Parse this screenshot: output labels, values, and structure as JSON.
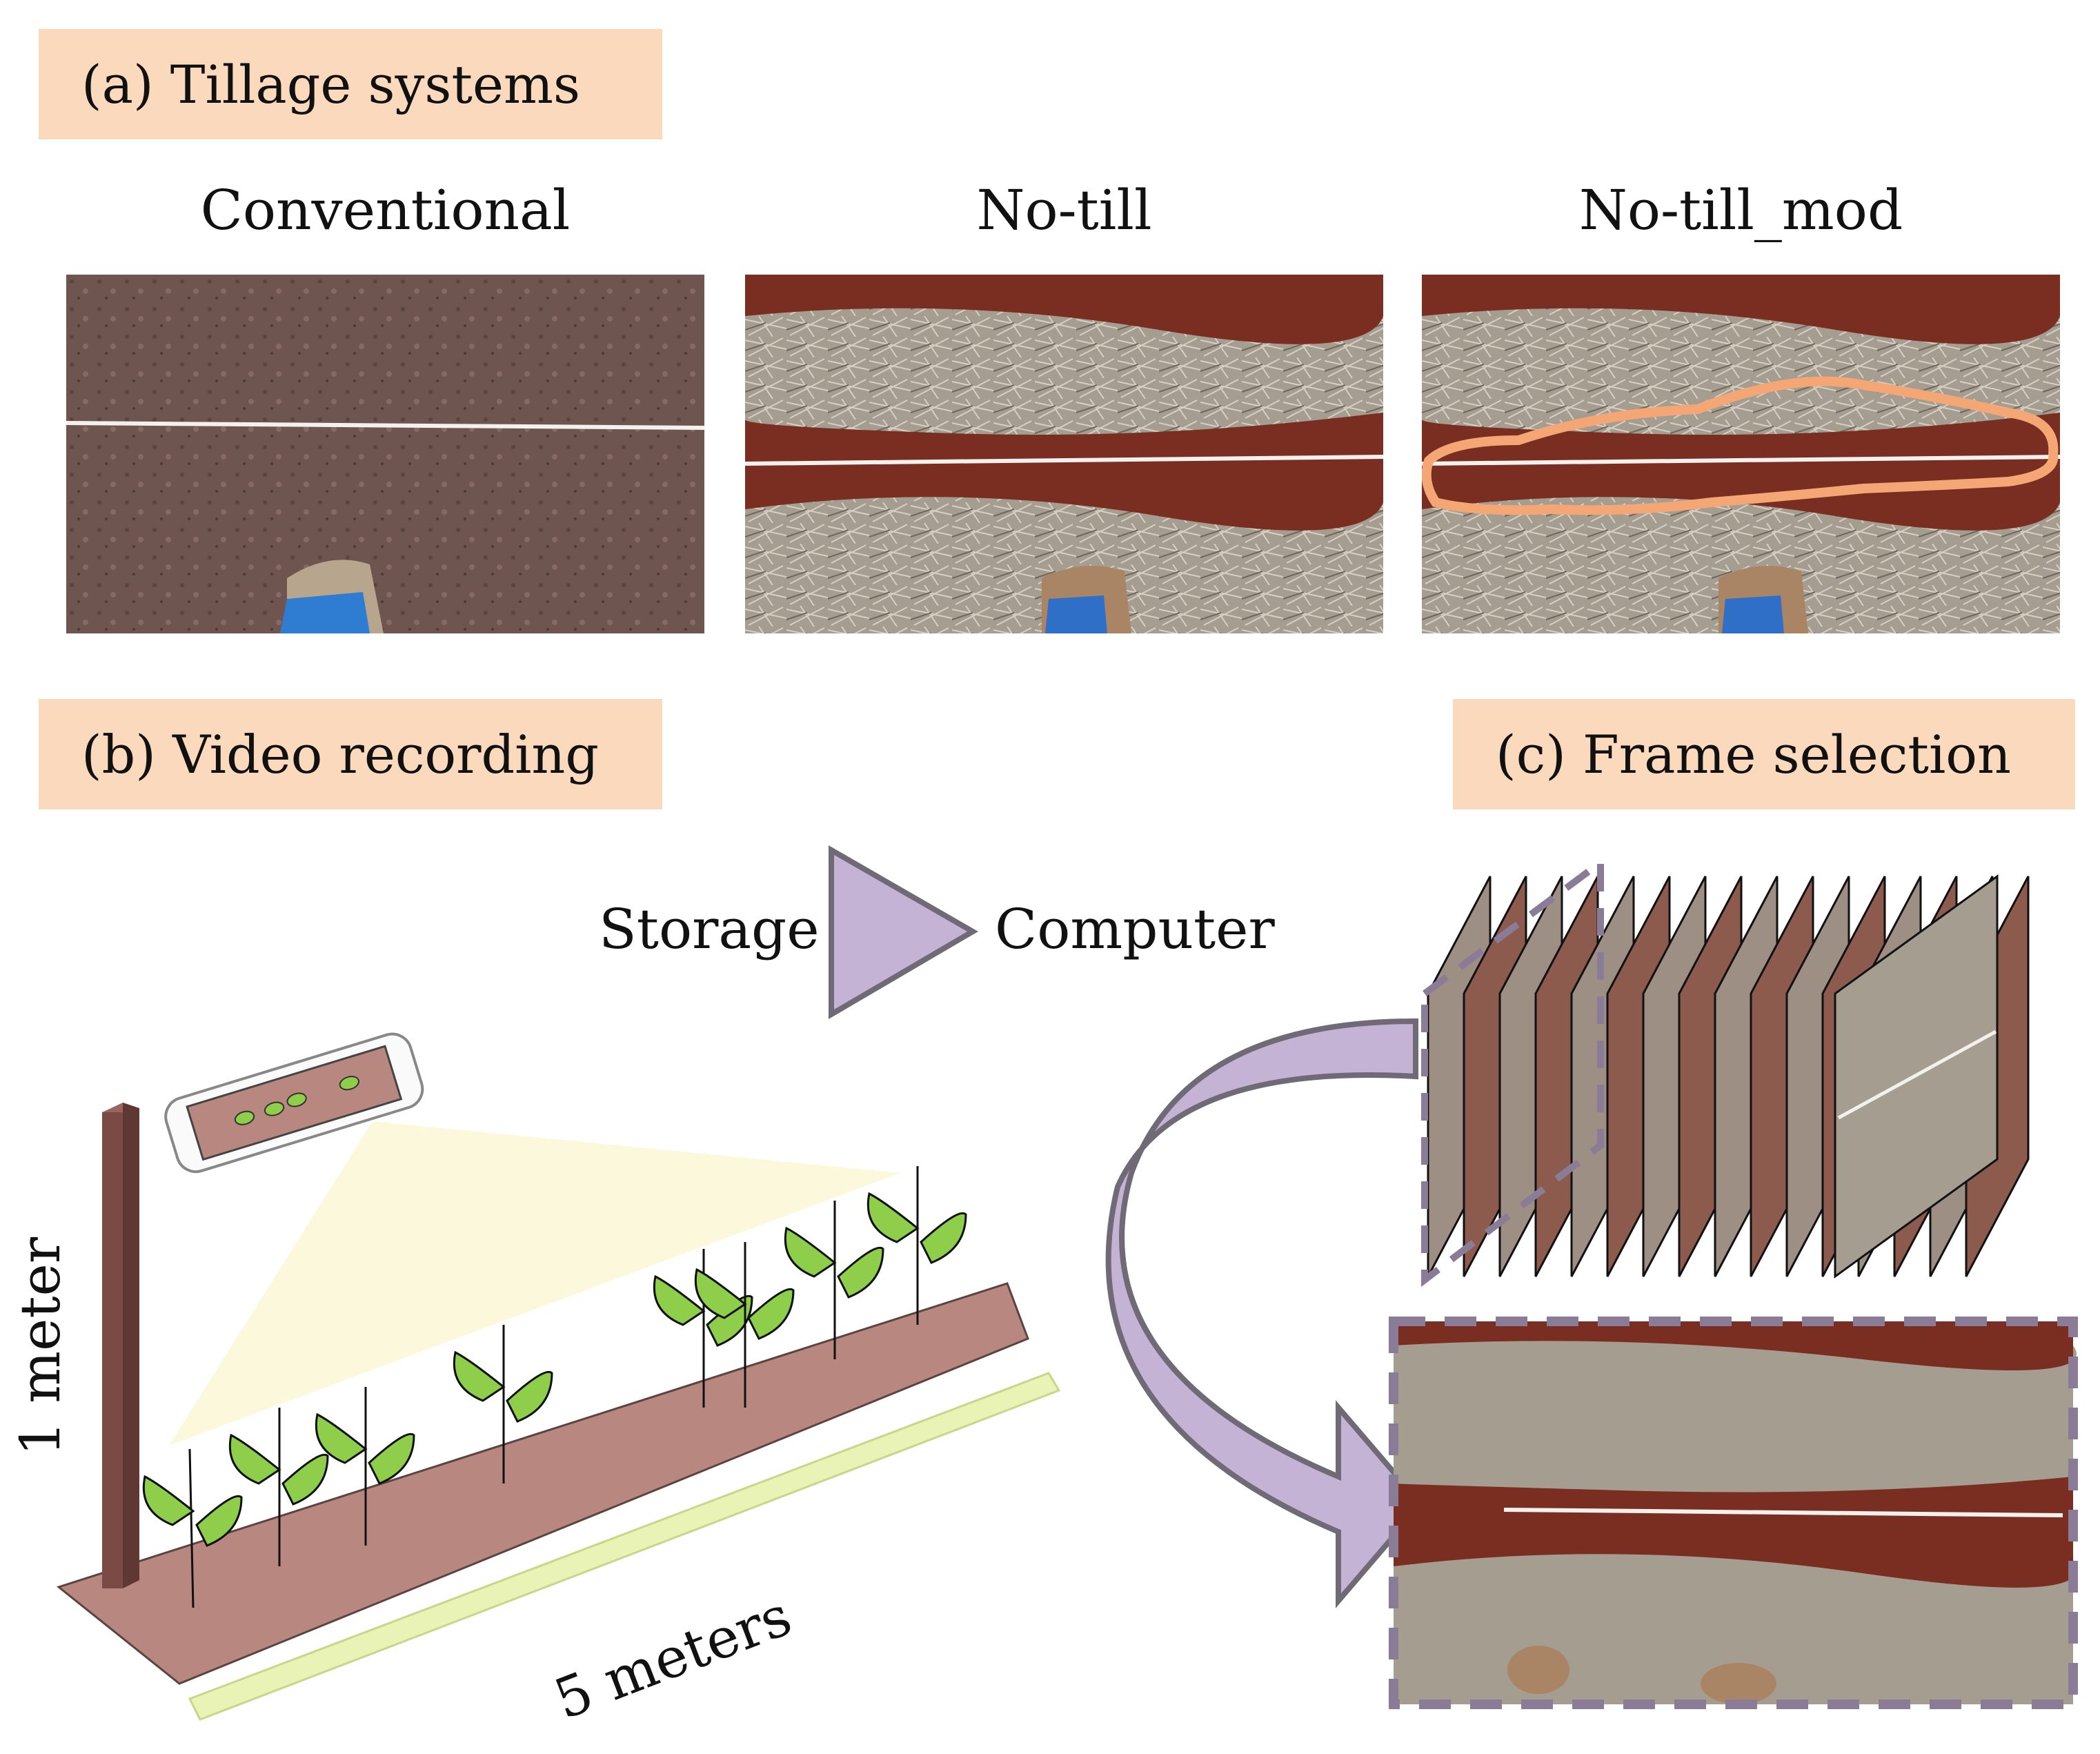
{
  "panel_a": {
    "banner": "(a) Tillage systems",
    "titles": [
      "Conventional",
      "No-till",
      "No-till_mod"
    ]
  },
  "panel_b": {
    "banner": "(b) Video recording",
    "storage": "Storage",
    "computer": "Computer",
    "height_label": "1 meter",
    "length_label": "5 meters"
  },
  "panel_c": {
    "banner": "(c) Frame selection"
  },
  "colors": {
    "banner_fill": "#fbd9bd",
    "highlight_outline": "#f4a775",
    "arrow_fill": "#c4b3d4",
    "soil_strip": "#b88880",
    "leaf_green": "#8fce4b",
    "field_cone": "#fbf8dc",
    "meter_tape": "#e8f3b5",
    "post": "#7b4a45"
  }
}
